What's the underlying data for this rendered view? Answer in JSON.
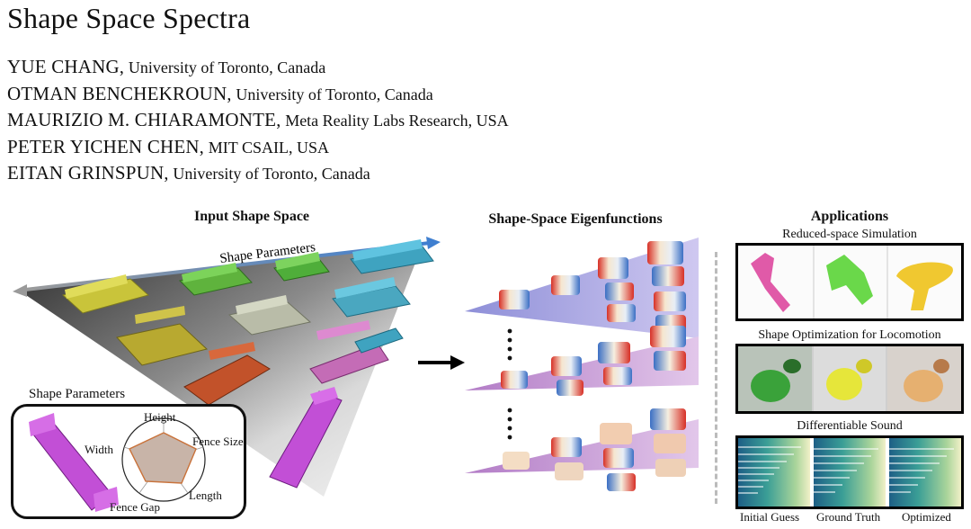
{
  "paper": {
    "title": "Shape Space Spectra",
    "authors": [
      {
        "name": "YUE CHANG",
        "affiliation": "University of Toronto, Canada"
      },
      {
        "name": "OTMAN BENCHEKROUN",
        "affiliation": "University of Toronto, Canada"
      },
      {
        "name": "MAURIZIO M. CHIARAMONTE",
        "affiliation": "Meta Reality Labs Research, USA"
      },
      {
        "name": "PETER YICHEN CHEN",
        "affiliation": "MIT CSAIL, USA"
      },
      {
        "name": "EITAN GRINSPUN",
        "affiliation": "University of Toronto, Canada"
      }
    ]
  },
  "figure": {
    "input": {
      "heading": "Input Shape Space",
      "arrow_label": "Shape Parameters",
      "inset_label": "Shape Parameters",
      "radar_axes": [
        "Height",
        "Fence Size",
        "Length",
        "Fence Gap",
        "Width"
      ]
    },
    "eigen": {
      "heading": "Shape-Space Eigenfunctions"
    },
    "applications": {
      "heading": "Applications",
      "panel1": "Reduced-space Simulation",
      "panel2": "Shape Optimization for Locomotion",
      "panel3": "Differentiable Sound",
      "sound_labels": [
        "Initial Guess",
        "Ground Truth",
        "Optimized"
      ]
    },
    "colors": {
      "yellow": "#c9c43a",
      "green": "#5fb33d",
      "teal": "#3fa3c0",
      "orange": "#c2522a",
      "magenta": "#c24fd6",
      "slab_blue": "#8e8fd8",
      "slab_purple": "#b27bc6"
    }
  }
}
